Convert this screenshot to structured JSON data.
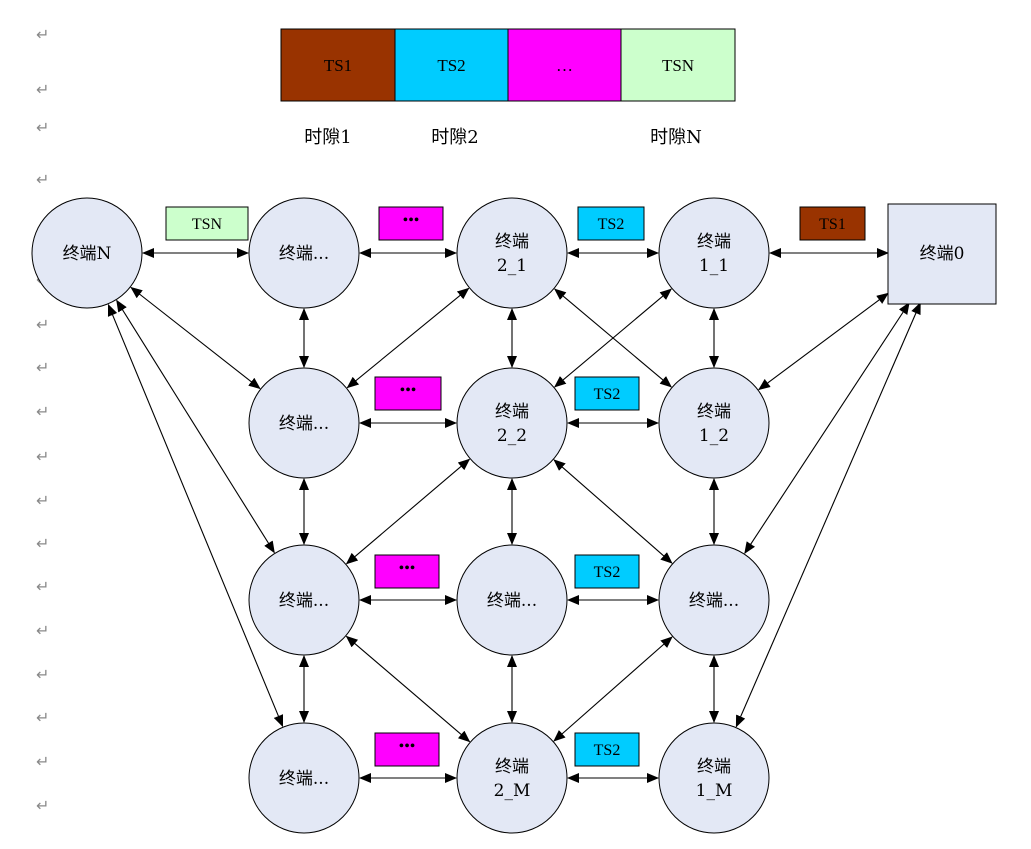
{
  "timeslot_bar": {
    "slots": [
      {
        "label": "TS1",
        "color": "#993300"
      },
      {
        "label": "TS2",
        "color": "#00ccff"
      },
      {
        "label": "…",
        "color": "#ff00ff"
      },
      {
        "label": "TSN",
        "color": "#ccffcc"
      }
    ],
    "captions": [
      "时隙1",
      "时隙2",
      "时隙N"
    ]
  },
  "colors": {
    "node_fill": "#e3e8f5",
    "arrow": "#000000"
  },
  "paragraph_mark": "↵",
  "nodes": [
    {
      "id": "N",
      "lines": [
        "终端N"
      ],
      "shape": "circle"
    },
    {
      "id": "a1",
      "lines": [
        "终端..."
      ],
      "shape": "circle"
    },
    {
      "id": "a2",
      "lines": [
        "终端..."
      ],
      "shape": "circle"
    },
    {
      "id": "a3",
      "lines": [
        "终端..."
      ],
      "shape": "circle"
    },
    {
      "id": "a4",
      "lines": [
        "终端..."
      ],
      "shape": "circle"
    },
    {
      "id": "b1",
      "lines": [
        "终端",
        "2_1"
      ],
      "shape": "circle"
    },
    {
      "id": "b2",
      "lines": [
        "终端",
        "2_2"
      ],
      "shape": "circle"
    },
    {
      "id": "b3",
      "lines": [
        "终端..."
      ],
      "shape": "circle"
    },
    {
      "id": "b4",
      "lines": [
        "终端",
        "2_M"
      ],
      "shape": "circle"
    },
    {
      "id": "c1",
      "lines": [
        "终端",
        "1_1"
      ],
      "shape": "circle"
    },
    {
      "id": "c2",
      "lines": [
        "终端",
        "1_2"
      ],
      "shape": "circle"
    },
    {
      "id": "c3",
      "lines": [
        "终端..."
      ],
      "shape": "circle"
    },
    {
      "id": "c4",
      "lines": [
        "终端",
        "1_M"
      ],
      "shape": "circle"
    },
    {
      "id": "t0",
      "lines": [
        "终端0"
      ],
      "shape": "rect"
    }
  ],
  "tags": [
    {
      "label": "TSN",
      "color": "#ccffcc"
    },
    {
      "label": "•••",
      "color": "#ff00ff"
    },
    {
      "label": "TS2",
      "color": "#00ccff"
    },
    {
      "label": "TS1",
      "color": "#993300"
    },
    {
      "label": "•••",
      "color": "#ff00ff"
    },
    {
      "label": "TS2",
      "color": "#00ccff"
    },
    {
      "label": "•••",
      "color": "#ff00ff"
    },
    {
      "label": "TS2",
      "color": "#00ccff"
    },
    {
      "label": "•••",
      "color": "#ff00ff"
    },
    {
      "label": "TS2",
      "color": "#00ccff"
    }
  ],
  "edges": [
    [
      "N",
      "a1"
    ],
    [
      "a1",
      "b1"
    ],
    [
      "b1",
      "c1"
    ],
    [
      "c1",
      "t0"
    ],
    [
      "a2",
      "b2"
    ],
    [
      "b2",
      "c2"
    ],
    [
      "a3",
      "b3"
    ],
    [
      "b3",
      "c3"
    ],
    [
      "a4",
      "b4"
    ],
    [
      "b4",
      "c4"
    ],
    [
      "a1",
      "a2"
    ],
    [
      "a2",
      "a3"
    ],
    [
      "a3",
      "a4"
    ],
    [
      "b1",
      "b2"
    ],
    [
      "b2",
      "b3"
    ],
    [
      "b3",
      "b4"
    ],
    [
      "c1",
      "c2"
    ],
    [
      "c2",
      "c3"
    ],
    [
      "c3",
      "c4"
    ],
    [
      "N",
      "a2"
    ],
    [
      "N",
      "a3"
    ],
    [
      "N",
      "a4"
    ],
    [
      "a2",
      "b1"
    ],
    [
      "a3",
      "b2"
    ],
    [
      "a3",
      "b4"
    ],
    [
      "b1",
      "c2"
    ],
    [
      "b2",
      "c1"
    ],
    [
      "b2",
      "c3"
    ],
    [
      "b4",
      "c3"
    ],
    [
      "t0",
      "c2"
    ],
    [
      "t0",
      "c3"
    ],
    [
      "t0",
      "c4"
    ]
  ]
}
